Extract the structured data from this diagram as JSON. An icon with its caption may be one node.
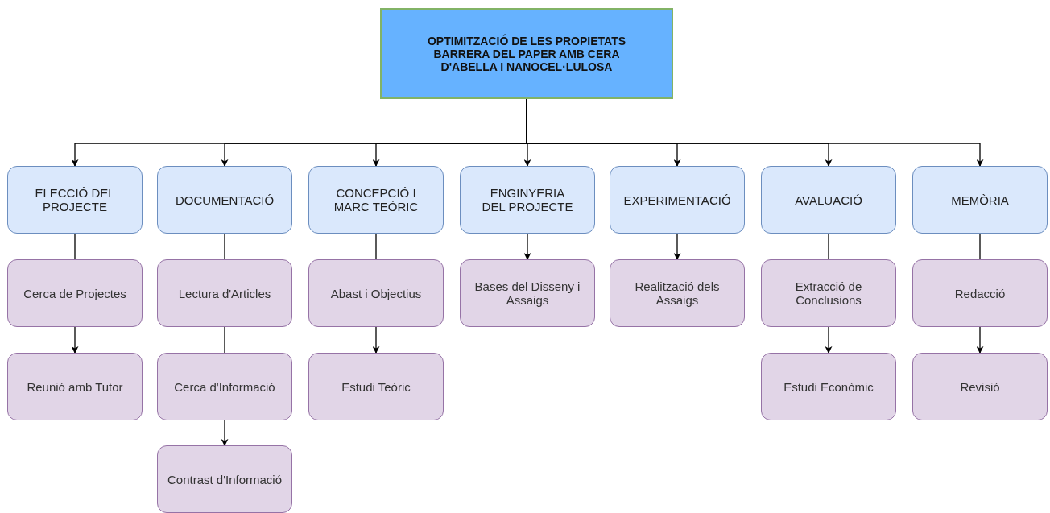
{
  "diagram": {
    "nodes": [
      {
        "text": [
          "OPTIMITZACIÓ DE LES PROPIETATS BARRERA DEL PAPER AMB CERA D'ABELLA I NANOCEL·LULOSA"
        ]
      },
      {
        "text": [
          "ELECCIÓ DEL PROJECTE"
        ]
      },
      {
        "text": [
          "DOCUMENTACIÓ"
        ]
      },
      {
        "text": [
          "CONCEPCIÓ I MARC TEÒRIC"
        ]
      },
      {
        "text": [
          "ENGINYERIA DEL PROJECTE"
        ]
      },
      {
        "text": [
          "EXPERIMENTACIÓ"
        ]
      },
      {
        "text": [
          "AVALUACIÓ"
        ]
      },
      {
        "text": [
          "MEMÒRIA"
        ]
      },
      {
        "text": [
          "Cerca de Projectes"
        ]
      },
      {
        "text": [
          "Lectura d'Articles"
        ]
      },
      {
        "text": [
          "Abast i Objectius"
        ]
      },
      {
        "text": [
          "Bases del Disseny i Assaigs"
        ]
      },
      {
        "text": [
          "Realització dels Assaigs"
        ]
      },
      {
        "text": [
          "Extracció de Conclusions"
        ]
      },
      {
        "text": [
          "Redacció"
        ]
      },
      {
        "text": [
          "Reunió amb Tutor"
        ]
      },
      {
        "text": [
          "Cerca d'Informació"
        ]
      },
      {
        "text": [
          "Estudi Teòric"
        ]
      },
      {
        "text": [
          "Estudi Econòmic"
        ]
      },
      {
        "text": [
          "Revisió"
        ]
      },
      {
        "text": [
          "Contrast d'Informació"
        ]
      }
    ],
    "edges": [
      {
        "from": 0,
        "to": 1,
        "arrow": "to"
      },
      {
        "from": 0,
        "to": 2,
        "arrow": "to"
      },
      {
        "from": 0,
        "to": 3,
        "arrow": "to"
      },
      {
        "from": 0,
        "to": 4,
        "arrow": "to"
      },
      {
        "from": 0,
        "to": 5,
        "arrow": "to"
      },
      {
        "from": 0,
        "to": 6,
        "arrow": "to"
      },
      {
        "from": 0,
        "to": 7,
        "arrow": "to"
      },
      {
        "from": 1,
        "to": 8,
        "arrow": "none"
      },
      {
        "from": 2,
        "to": 9,
        "arrow": "none"
      },
      {
        "from": 3,
        "to": 10,
        "arrow": "none"
      },
      {
        "from": 4,
        "to": 11,
        "arrow": "to"
      },
      {
        "from": 5,
        "to": 12,
        "arrow": "to"
      },
      {
        "from": 6,
        "to": 13,
        "arrow": "none"
      },
      {
        "from": 7,
        "to": 14,
        "arrow": "none"
      },
      {
        "from": 8,
        "to": 15,
        "arrow": "to"
      },
      {
        "from": 9,
        "to": 16,
        "arrow": "none"
      },
      {
        "from": 10,
        "to": 17,
        "arrow": "to"
      },
      {
        "from": 13,
        "to": 18,
        "arrow": "to"
      },
      {
        "from": 14,
        "to": 19,
        "arrow": "to"
      },
      {
        "from": 16,
        "to": 20,
        "arrow": "to"
      }
    ]
  }
}
